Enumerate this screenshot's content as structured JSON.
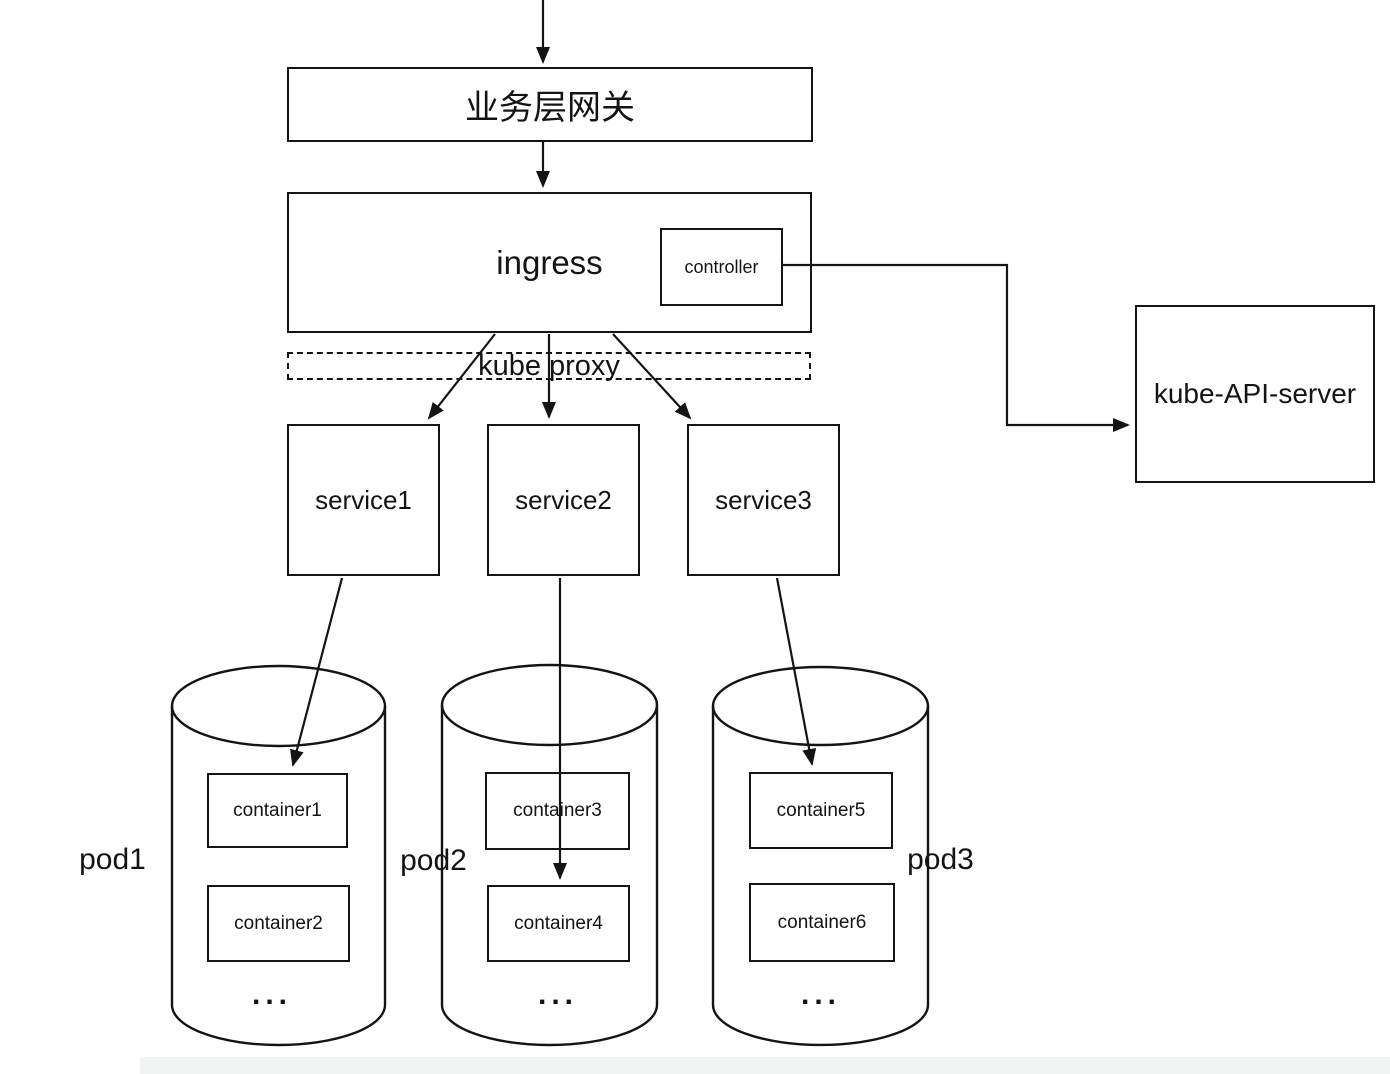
{
  "gateway": {
    "label": "业务层网关"
  },
  "ingress": {
    "label": "ingress"
  },
  "controller": {
    "label": "controller"
  },
  "kube_proxy": {
    "label": "kube proxy"
  },
  "api_server": {
    "label": "kube-API-server"
  },
  "services": [
    {
      "label": "service1"
    },
    {
      "label": "service2"
    },
    {
      "label": "service3"
    }
  ],
  "pods": [
    {
      "label": "pod1",
      "containers": [
        {
          "label": "container1"
        },
        {
          "label": "container2"
        }
      ],
      "ellipsis": "..."
    },
    {
      "label": "pod2",
      "containers": [
        {
          "label": "container3"
        },
        {
          "label": "container4"
        }
      ],
      "ellipsis": "..."
    },
    {
      "label": "pod3",
      "containers": [
        {
          "label": "container5"
        },
        {
          "label": "container6"
        }
      ],
      "ellipsis": "..."
    }
  ],
  "colors": {
    "stroke": "#141414",
    "background": "#ffffff"
  }
}
